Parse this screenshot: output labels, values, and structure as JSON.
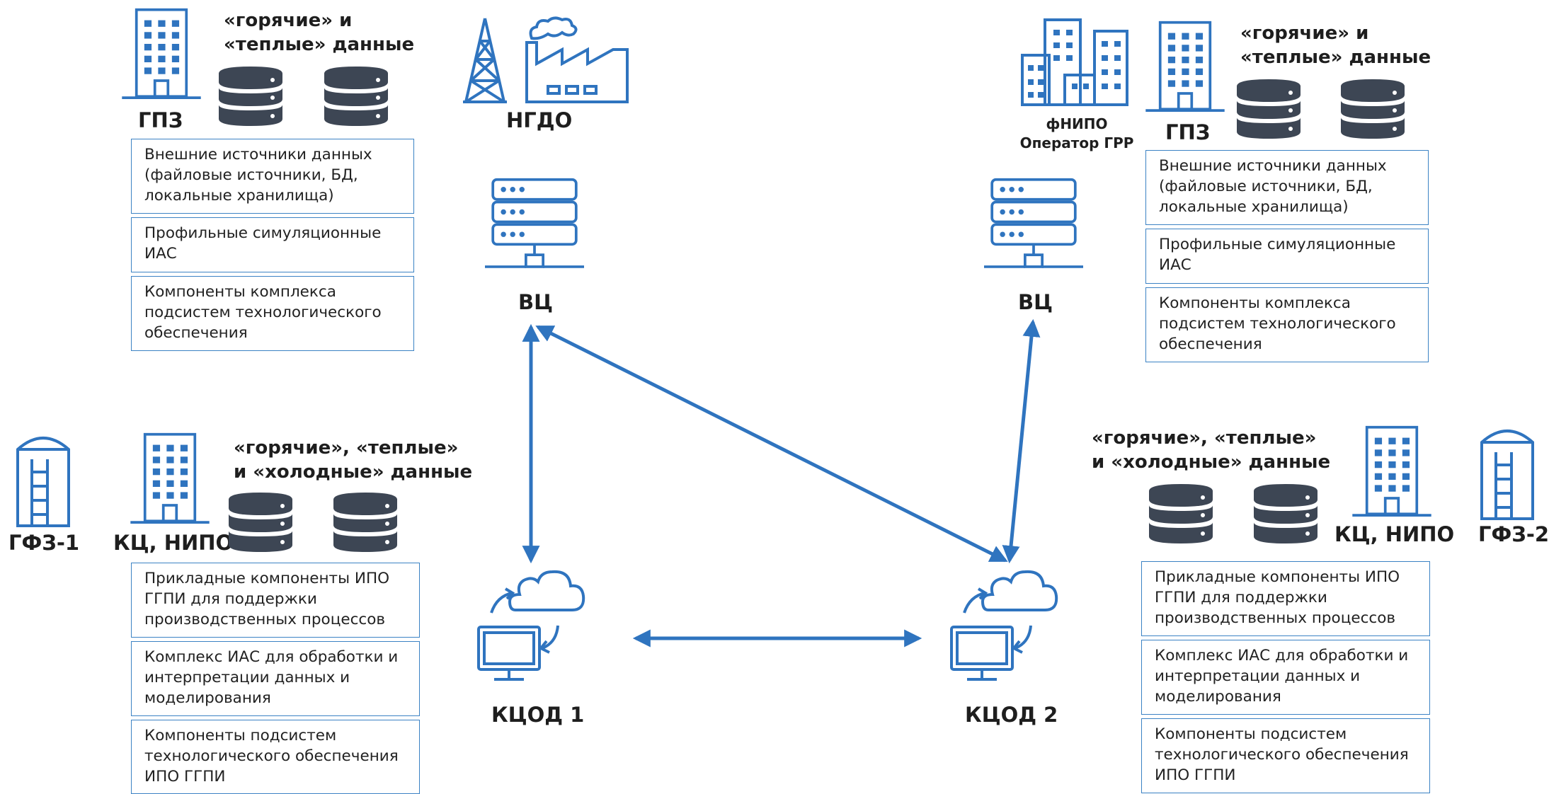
{
  "colors": {
    "accent": "#3b82c4",
    "icon_blue": "#2f74bf",
    "db_dark": "#3d4654",
    "text": "#1e1e1e"
  },
  "left_top": {
    "building_label": "ГПЗ",
    "data_heading": [
      "«горячие» и",
      "«теплые» данные"
    ],
    "industry_label": "НГДО",
    "boxes": [
      [
        "Внешние источники данных",
        "(файловые источники, БД,",
        "локальные хранилища)"
      ],
      [
        "Профильные симуляционные",
        "ИАС"
      ],
      [
        "Компоненты комплекса",
        "подсистем технологического",
        "обеспечения"
      ]
    ],
    "server_label": "ВЦ"
  },
  "right_top": {
    "fnipo_label": [
      "фНИПО",
      "Оператор ГРР"
    ],
    "building_label": "ГПЗ",
    "data_heading": [
      "«горячие» и",
      "«теплые» данные"
    ],
    "boxes": [
      [
        "Внешние источники данных",
        "(файловые источники, БД,",
        "локальные хранилища)"
      ],
      [
        "Профильные симуляционные",
        "ИАС"
      ],
      [
        "Компоненты комплекса",
        "подсистем технологического",
        "обеспечения"
      ]
    ],
    "server_label": "ВЦ"
  },
  "left_bottom": {
    "silo_label": "ГФЗ-1",
    "building_label": "КЦ, НИПО",
    "data_heading": [
      "«горячие», «теплые»",
      "и «холодные» данные"
    ],
    "boxes": [
      [
        "Прикладные компоненты ИПО",
        "ГГПИ для поддержки",
        "производственных процессов"
      ],
      [
        "Комплекс ИАС для обработки и",
        "интерпретации данных и",
        "моделирования"
      ],
      [
        "Компоненты подсистем",
        "технологического обеспечения",
        "ИПО ГГПИ"
      ]
    ],
    "cloud_label": "КЦОД 1"
  },
  "right_bottom": {
    "silo_label": "ГФЗ-2",
    "building_label": "КЦ, НИПО",
    "data_heading": [
      "«горячие», «теплые»",
      "и «холодные» данные"
    ],
    "boxes": [
      [
        "Прикладные компоненты ИПО",
        "ГГПИ для поддержки",
        "производственных процессов"
      ],
      [
        "Комплекс ИАС для обработки и",
        "интерпретации данных и",
        "моделирования"
      ],
      [
        "Компоненты подсистем",
        "технологического обеспечения",
        "ИПО ГГПИ"
      ]
    ],
    "cloud_label": "КЦОД 2"
  },
  "icons": [
    "building-icon",
    "database-icon",
    "oil-rig-icon",
    "factory-icon",
    "server-icon",
    "silo-icon",
    "cloud-computer-icon",
    "office-buildings-icon"
  ]
}
